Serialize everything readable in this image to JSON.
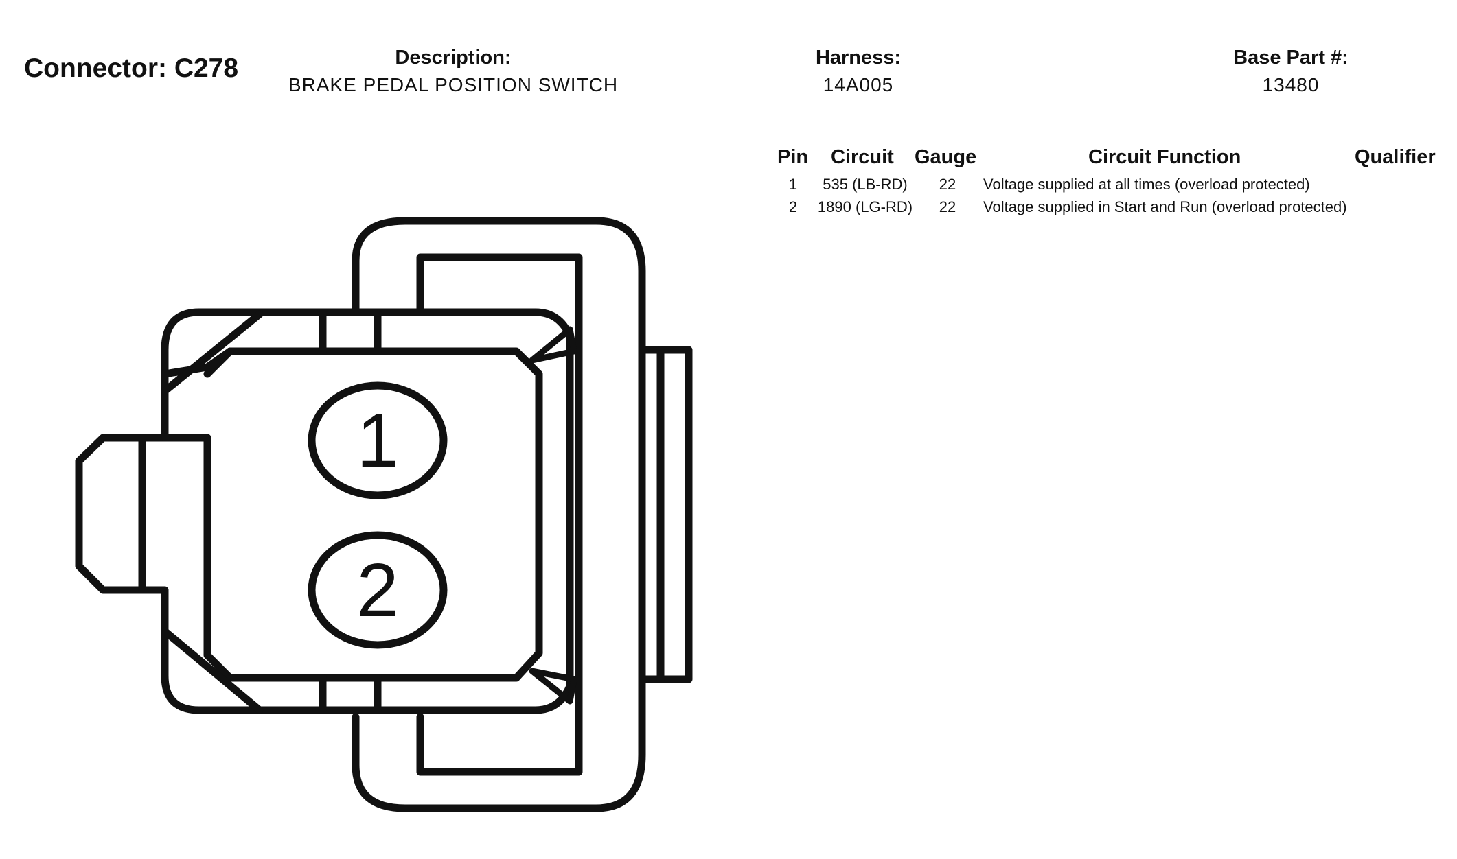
{
  "connector": {
    "title": "Connector: C278"
  },
  "description": {
    "label": "Description:",
    "value": "BRAKE PEDAL POSITION SWITCH"
  },
  "harness": {
    "label": "Harness:",
    "value": "14A005"
  },
  "base_part": {
    "label": "Base Part #:",
    "value": "13480"
  },
  "table": {
    "headers": {
      "pin": "Pin",
      "circuit": "Circuit",
      "gauge": "Gauge",
      "function": "Circuit Function",
      "qualifier": "Qualifier"
    },
    "rows": [
      {
        "pin": "1",
        "circuit": "535 (LB-RD)",
        "gauge": "22",
        "function": "Voltage supplied at all times (overload protected)",
        "qualifier": ""
      },
      {
        "pin": "2",
        "circuit": "1890 (LG-RD)",
        "gauge": "22",
        "function": "Voltage supplied in Start and Run (overload protected)",
        "qualifier": ""
      }
    ]
  },
  "diagram": {
    "pins": [
      {
        "label": "1"
      },
      {
        "label": "2"
      }
    ]
  }
}
